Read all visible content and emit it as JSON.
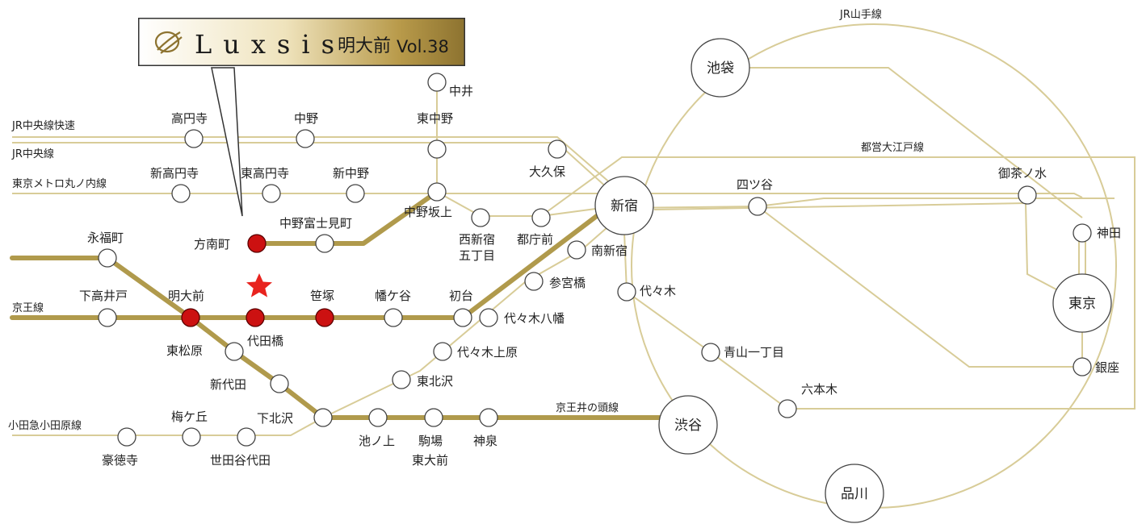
{
  "property": {
    "brand": "Luxsis",
    "name": "明大前",
    "vol": "Vol.38"
  },
  "colors": {
    "gold": "#b09a4c",
    "thin_line": "#d8cc98",
    "highlight": "#cc1111",
    "star": "#e8231e",
    "title_bg": "#a08634"
  },
  "lines": {
    "jr_chuo_rapid": "JR中央線快速",
    "jr_chuo": "JR中央線",
    "marunouchi": "東京メトロ丸ノ内線",
    "keio": "京王線",
    "odakyu": "小田急小田原線",
    "inokashira": "京王井の頭線",
    "oedo": "都営大江戸線",
    "yamanote": "JR山手線"
  },
  "stations": {
    "koenji": "高円寺",
    "nakano": "中野",
    "higashinakano": "東中野",
    "nakai": "中井",
    "okubo": "大久保",
    "shinkoenji": "新高円寺",
    "higashikoenji": "東高円寺",
    "shinnakano": "新中野",
    "nakanosakaue": "中野坂上",
    "nakanofujimicho": "中野富士見町",
    "honancho": "方南町",
    "nishishinjuku_1": "西新宿",
    "nishishinjuku_2": "五丁目",
    "tochomae": "都庁前",
    "shinjuku": "新宿",
    "minamishinjuku": "南新宿",
    "sangubashi": "参宮橋",
    "yoyogihachiman": "代々木八幡",
    "yoyogiuehara": "代々木上原",
    "higashikitazawa": "東北沢",
    "eifukucho": "永福町",
    "shimotakaido": "下高井戸",
    "meidaimae": "明大前",
    "daitabashi": "代田橋",
    "sasazuka": "笹塚",
    "hatagaya": "幡ケ谷",
    "hatsudai": "初台",
    "higashimatsubara": "東松原",
    "shindaita": "新代田",
    "shimokitazawa": "下北沢",
    "umegaoka": "梅ケ丘",
    "gotokuji": "豪徳寺",
    "setagayadaita": "世田谷代田",
    "ikenoue": "池ノ上",
    "komaba_1": "駒場",
    "komaba_2": "東大前",
    "shinsen": "神泉",
    "shibuya": "渋谷",
    "ikebukuro": "池袋",
    "yotsuya": "四ツ谷",
    "ochanomizu": "御茶ノ水",
    "kanda": "神田",
    "tokyo": "東京",
    "ginza": "銀座",
    "yoyogi": "代々木",
    "aoyama": "青山一丁目",
    "roppongi": "六本木",
    "shinagawa": "品川"
  }
}
